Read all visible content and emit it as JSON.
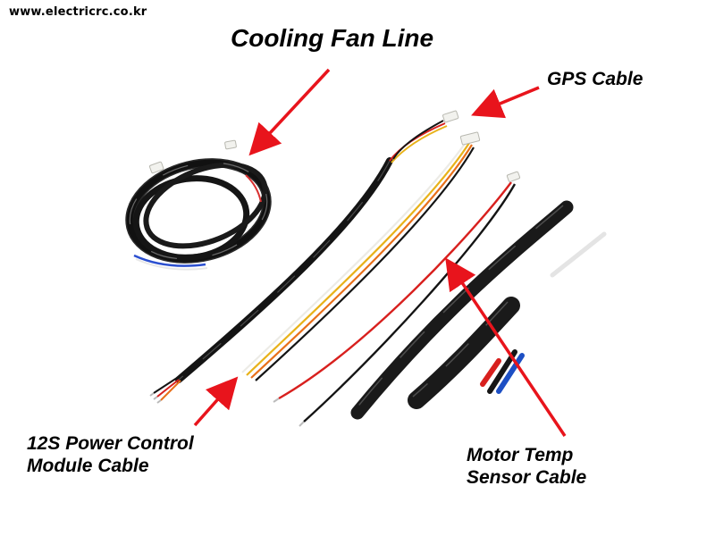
{
  "watermark": {
    "text": "www.electricrc.co.kr"
  },
  "labels": {
    "cooling_fan": "Cooling Fan Line",
    "gps": "GPS Cable",
    "power_line1": "12S Power Control",
    "power_line2": "Module Cable",
    "motor_line1": "Motor Temp",
    "motor_line2": "Sensor Cable"
  },
  "colors": {
    "background": "#ffffff",
    "arrow": "#e8141c",
    "cable_black": "#141414",
    "wire_red": "#d8201e",
    "wire_yellow": "#e8b21a",
    "wire_orange": "#e8701a",
    "wire_white": "#ecebe6",
    "shrink_blue": "#1d4fc4",
    "connector": "#f2f2ee"
  }
}
